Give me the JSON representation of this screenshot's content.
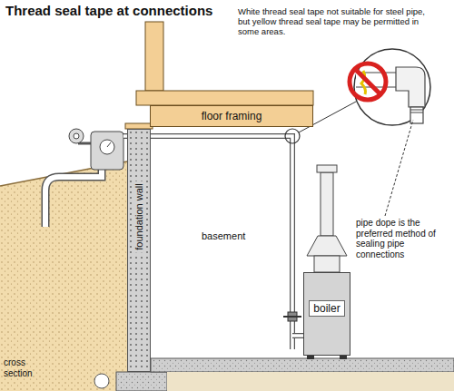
{
  "diagram": {
    "title": "Thread seal tape at connections",
    "nodes": [
      {
        "text": [
          "floor framing"
        ]
      },
      {
        "text": [
          "foundation wall"
        ]
      },
      {
        "text": [
          "boiler"
        ]
      }
    ],
    "labels": [
      "White thread seal tape not suitable for steel pipe, but yellow thread seal tape may be permitted in some areas.",
      "basement",
      "pipe dope is the preferred method of sealing pipe connections",
      "cross section"
    ]
  }
}
